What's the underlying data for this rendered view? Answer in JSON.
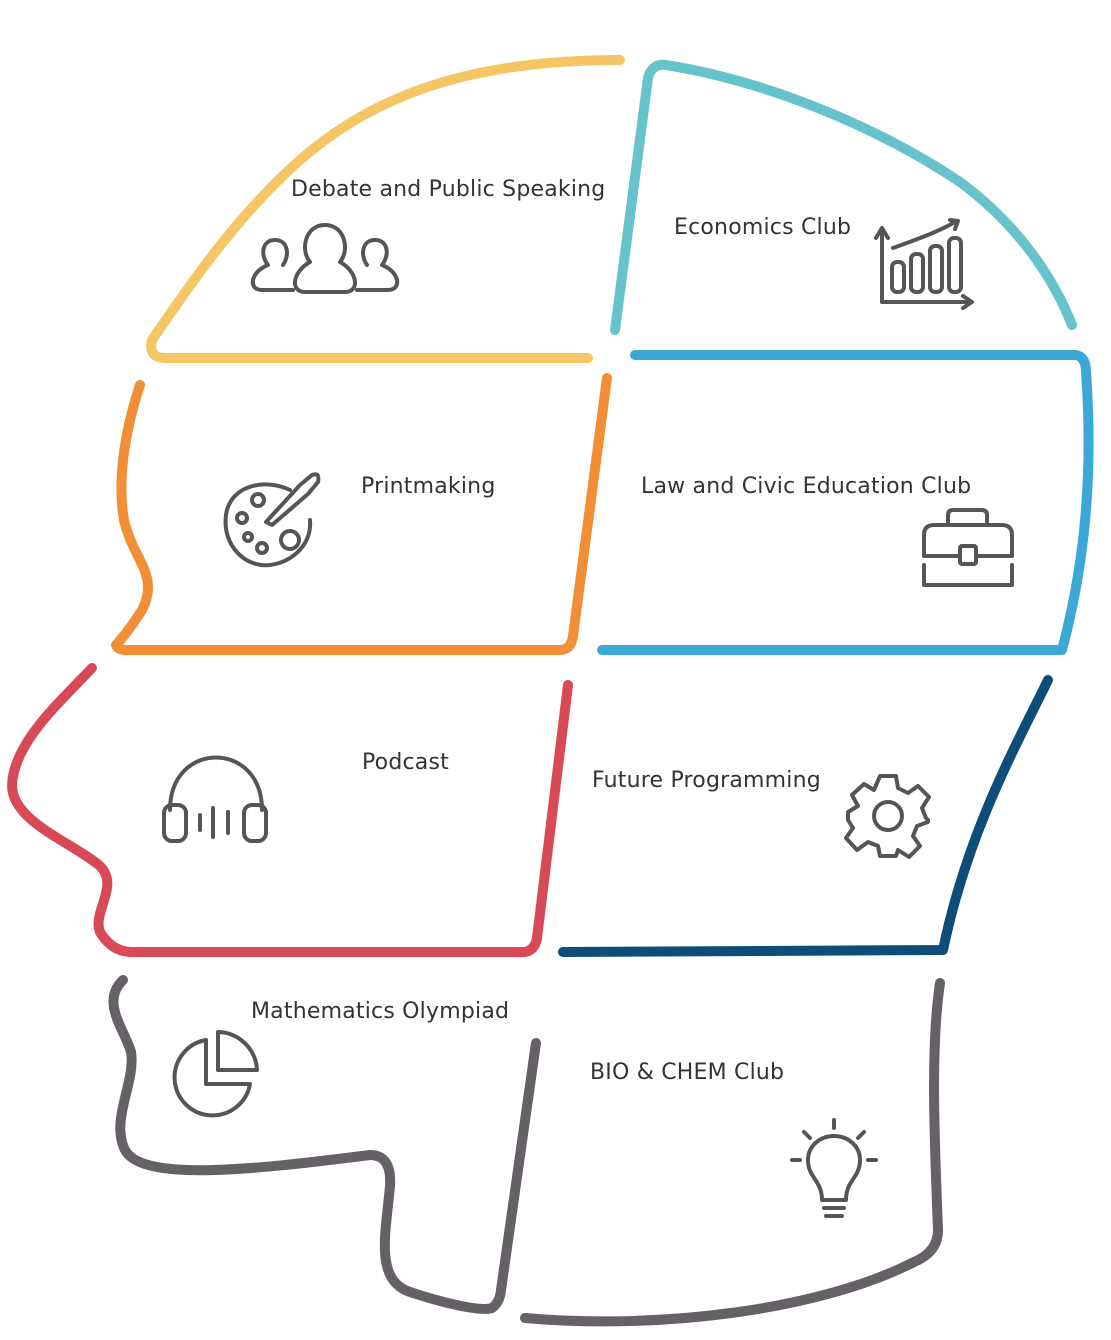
{
  "title": "Clubs head diagram",
  "colors": {
    "debate": "#F6C666",
    "economics": "#67C3CB",
    "law": "#3CA8D6",
    "printmaking": "#F28F36",
    "podcast": "#D84A57",
    "programming": "#0E4C7A",
    "math_bio": "#656166",
    "icon": "#555555"
  },
  "clubs": [
    {
      "label": "Debate and Public Speaking",
      "icon": "people-group-icon"
    },
    {
      "label": "Economics Club",
      "icon": "bar-chart-growth-icon"
    },
    {
      "label": "Printmaking",
      "icon": "palette-brush-icon"
    },
    {
      "label": "Law and Civic Education Club",
      "icon": "briefcase-icon"
    },
    {
      "label": "Podcast",
      "icon": "headphones-icon"
    },
    {
      "label": "Future Programming",
      "icon": "gear-icon"
    },
    {
      "label": "Mathematics Olympiad",
      "icon": "pie-chart-icon"
    },
    {
      "label": "BIO & CHEM Club",
      "icon": "lightbulb-icon"
    }
  ]
}
